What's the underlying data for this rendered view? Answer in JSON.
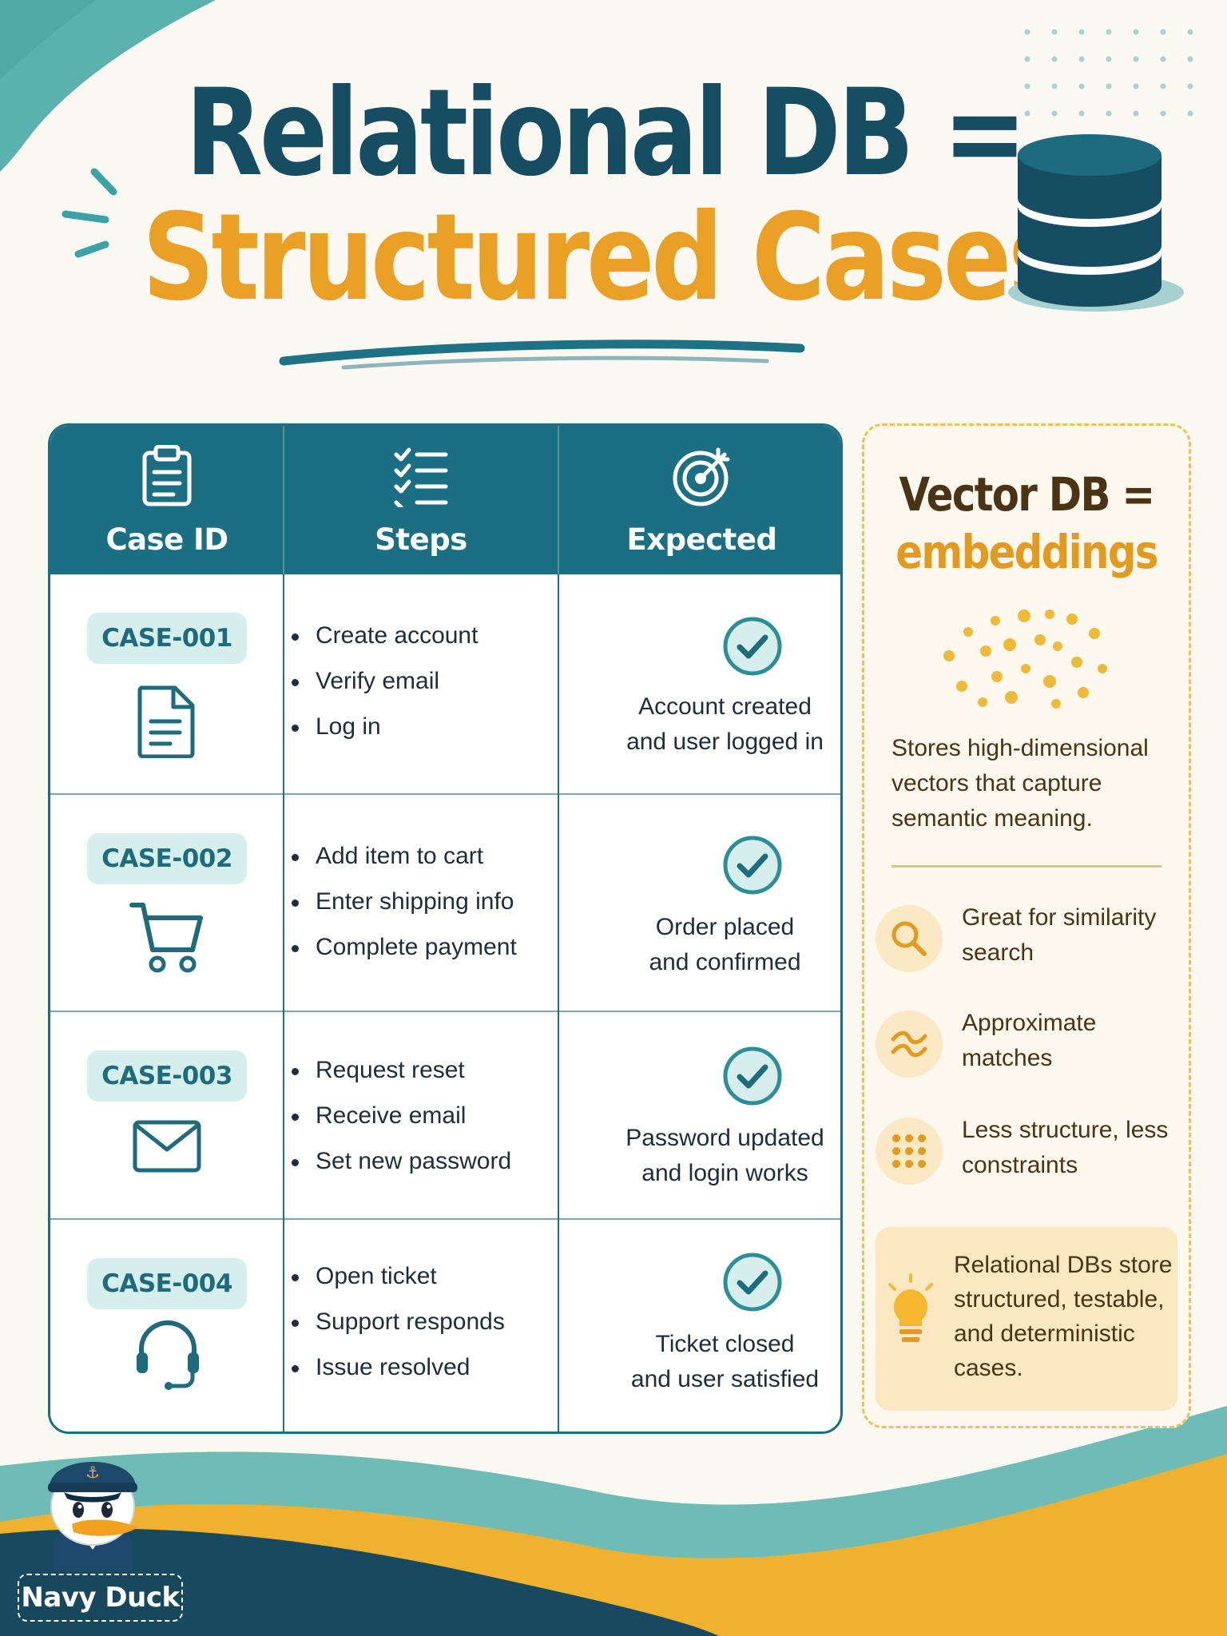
{
  "title": {
    "line1": "Relational DB =",
    "line2": "Structured Cases"
  },
  "table": {
    "headers": [
      {
        "label": "Case ID",
        "icon": "clipboard-icon"
      },
      {
        "label": "Steps",
        "icon": "checklist-icon"
      },
      {
        "label": "Expected",
        "icon": "target-icon"
      }
    ],
    "rows": [
      {
        "case_id": "CASE-001",
        "icon": "document-icon",
        "steps": [
          "Create account",
          "Verify email",
          "Log in"
        ],
        "expected_line1": "Account created",
        "expected_line2": "and user logged in"
      },
      {
        "case_id": "CASE-002",
        "icon": "cart-icon",
        "steps": [
          "Add item to cart",
          "Enter shipping info",
          "Complete payment"
        ],
        "expected_line1": "Order placed",
        "expected_line2": "and confirmed"
      },
      {
        "case_id": "CASE-003",
        "icon": "envelope-icon",
        "steps": [
          "Request reset",
          "Receive email",
          "Set new password"
        ],
        "expected_line1": "Password updated",
        "expected_line2": "and login works"
      },
      {
        "case_id": "CASE-004",
        "icon": "headset-icon",
        "steps": [
          "Open ticket",
          "Support responds",
          "Issue resolved"
        ],
        "expected_line1": "Ticket closed",
        "expected_line2": "and user satisfied"
      }
    ]
  },
  "vector": {
    "title_line1": "Vector DB =",
    "title_line2": "embeddings",
    "description": "Stores high-dimensional vectors that capture semantic meaning.",
    "features": [
      {
        "icon": "magnifier-icon",
        "text": "Great for similarity search"
      },
      {
        "icon": "approx-icon",
        "text": "Approximate matches"
      },
      {
        "icon": "dot-grid-icon",
        "text": "Less structure, less constraints"
      }
    ],
    "note": "Relational DBs store structured, testable, and deterministic cases."
  },
  "mascot": {
    "label": "Navy Duck"
  },
  "colors": {
    "teal_dark": "#174d63",
    "teal": "#1c6f82",
    "orange": "#eaa024",
    "cream": "#fbf9f2"
  }
}
